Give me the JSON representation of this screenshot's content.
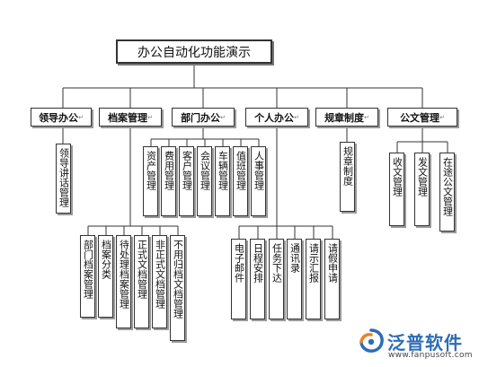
{
  "diagram": {
    "root": "办公自动化功能演示",
    "modules": [
      {
        "label": "领导办公",
        "children": [
          "领导讲话管理"
        ]
      },
      {
        "label": "档案管理",
        "children": [
          "部门档案管理",
          "档案分类",
          "待处理档案管理",
          "正式文档管理",
          "非正式文档管理",
          "不用归档文档管理"
        ]
      },
      {
        "label": "部门办公",
        "children": [
          "资产管理",
          "费用管理",
          "客户管理",
          "会议管理",
          "车辆管理",
          "值班管理",
          "人事管理"
        ]
      },
      {
        "label": "个人办公",
        "children": [
          "电子邮件",
          "日程安排",
          "任务下达",
          "通讯录",
          "请示汇报",
          "请假申请"
        ]
      },
      {
        "label": "规章制度",
        "children": [
          "规章制度"
        ]
      },
      {
        "label": "公文管理",
        "children": [
          "收文管理",
          "发文管理",
          "在途公文管理"
        ]
      }
    ]
  },
  "logo": {
    "name": "泛普软件",
    "url": "www.fanpusoft.com",
    "brand_color": "#2c6db5",
    "accent_color": "#e5852a"
  }
}
